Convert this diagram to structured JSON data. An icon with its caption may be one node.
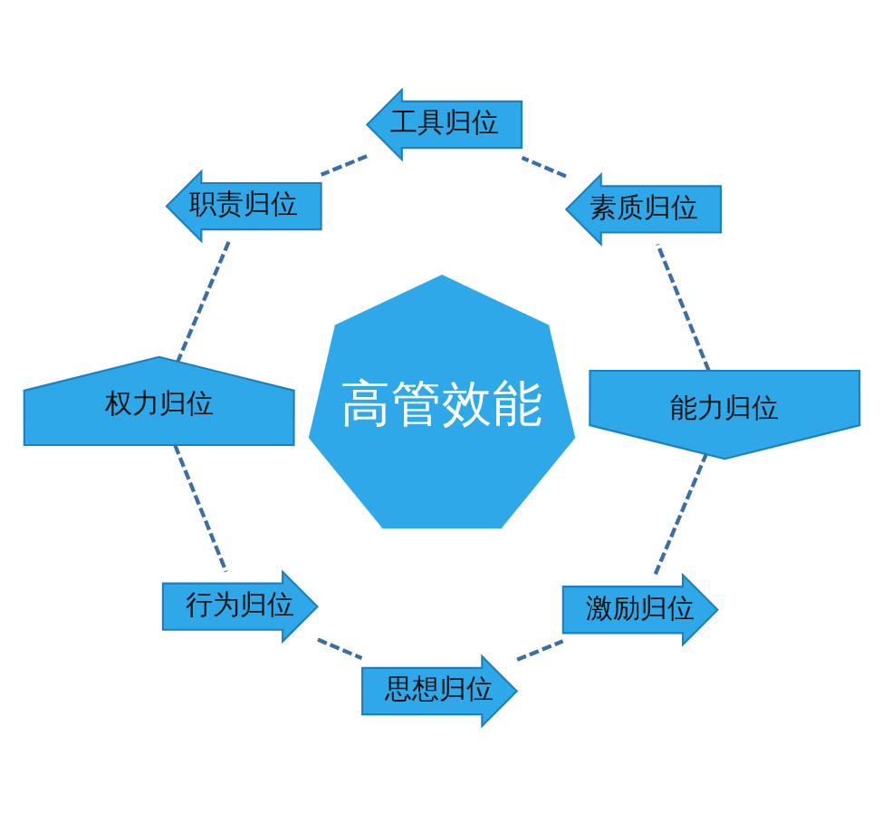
{
  "diagram": {
    "nodes": [
      {
        "text": [
          "高管效能"
        ]
      },
      {
        "text": [
          "能力归位"
        ]
      },
      {
        "text": [
          "素质归位"
        ]
      },
      {
        "text": [
          "工具归位"
        ]
      },
      {
        "text": [
          "职责归位"
        ]
      },
      {
        "text": [
          "权力归位"
        ]
      },
      {
        "text": [
          "行为归位"
        ]
      },
      {
        "text": [
          "思想归位"
        ]
      },
      {
        "text": [
          "激励归位"
        ]
      }
    ],
    "edges": [
      {
        "from": 1,
        "to": 2,
        "arrow": "none",
        "style": "dashed"
      },
      {
        "from": 2,
        "to": 3,
        "arrow": "none",
        "style": "dashed"
      },
      {
        "from": 3,
        "to": 4,
        "arrow": "none",
        "style": "dashed"
      },
      {
        "from": 4,
        "to": 5,
        "arrow": "none",
        "style": "dashed"
      },
      {
        "from": 5,
        "to": 6,
        "arrow": "none",
        "style": "dashed"
      },
      {
        "from": 6,
        "to": 7,
        "arrow": "none",
        "style": "dashed"
      },
      {
        "from": 7,
        "to": 8,
        "arrow": "none",
        "style": "dashed"
      },
      {
        "from": 8,
        "to": 1,
        "arrow": "none",
        "style": "dashed"
      }
    ]
  }
}
